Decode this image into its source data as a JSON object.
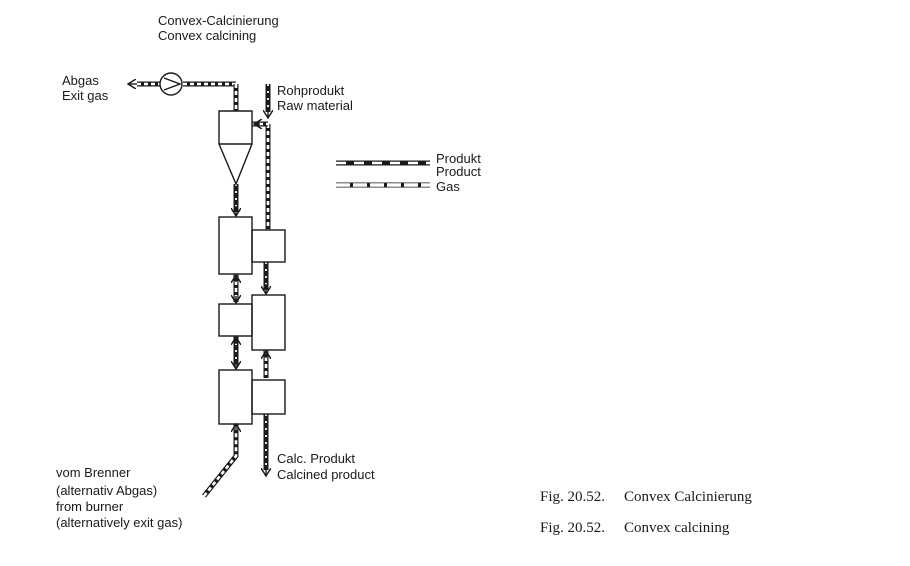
{
  "title": {
    "de": "Convex-Calcinierung",
    "en": "Convex calcining"
  },
  "labels": {
    "exit_gas_de": "Abgas",
    "exit_gas_en": "Exit gas",
    "raw_material_de": "Rohprodukt",
    "raw_material_en": "Raw material",
    "calcined_de": "Calc. Produkt",
    "calcined_en": "Calcined product",
    "burner_de_1": "vom Brenner",
    "burner_de_2": "(alternativ Abgas)",
    "burner_en_1": "from burner",
    "burner_en_2": "(alternatively exit gas)"
  },
  "legend": {
    "product_de": "Produkt",
    "product_en": "Product",
    "gas": "Gas"
  },
  "caption": {
    "line1_fig": "Fig. 20.52.",
    "line1_text": "Convex Calcinierung",
    "line2_fig": "Fig. 20.52.",
    "line2_text": "Convex calcining"
  },
  "colors": {
    "ink": "#1a1a1a",
    "product_fill": "#333333",
    "background": "#ffffff"
  }
}
